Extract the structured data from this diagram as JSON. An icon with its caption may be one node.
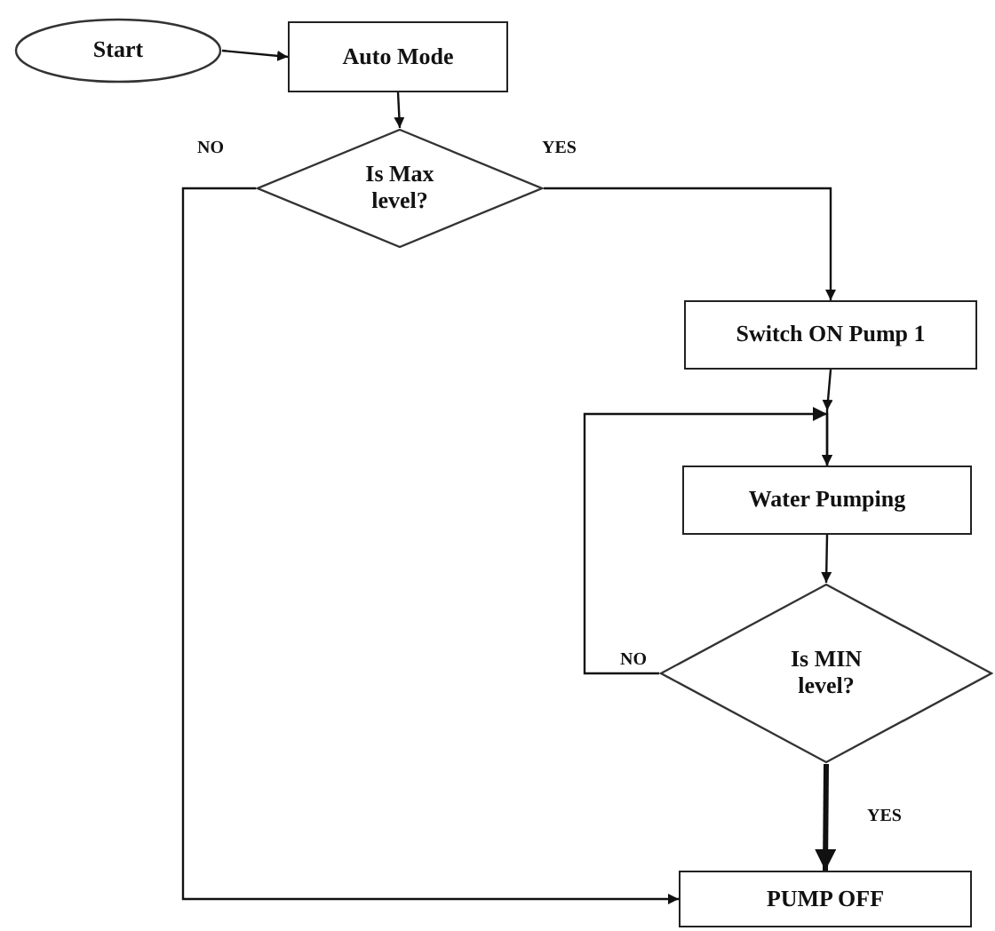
{
  "diagram": {
    "nodes": [
      {
        "text": [
          "Start"
        ]
      },
      {
        "text": [
          "Auto Mode"
        ]
      },
      {
        "text": [
          "Is Max level?"
        ]
      },
      {
        "text": [
          "Switch ON  Pump 1"
        ]
      },
      {
        "text": [
          "Water Pumping"
        ]
      },
      {
        "text": [
          "Is MIN level?"
        ]
      },
      {
        "text": [
          "PUMP OFF"
        ]
      }
    ],
    "edges": [
      {
        "from": 0,
        "to": 1,
        "arrow": "to"
      },
      {
        "from": 1,
        "to": 2,
        "arrow": "to"
      },
      {
        "from": 2,
        "to": 6,
        "label": "NO",
        "arrow": "to"
      },
      {
        "from": 2,
        "to": 3,
        "label": "YES",
        "arrow": "to"
      },
      {
        "from": 3,
        "to": 4,
        "arrow": "to"
      },
      {
        "from": 5,
        "to": 4,
        "label": "NO",
        "arrow": "to"
      },
      {
        "from": 5,
        "to": 6,
        "label": "YES",
        "arrow": "to",
        "style": "thick"
      },
      {
        "from": 4,
        "to": 5,
        "arrow": "to"
      }
    ]
  }
}
